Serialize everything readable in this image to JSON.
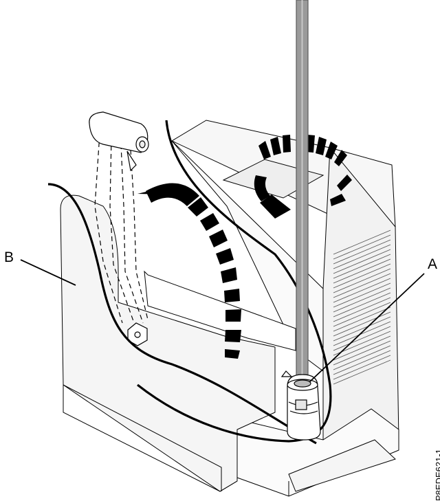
{
  "callouts": {
    "a": "A",
    "b": "B"
  },
  "figure_id": "P8EDE621-1",
  "colors": {
    "line": "#000000",
    "fill": "#ffffff",
    "heatsink_fill": "#f4f4f4",
    "fin_lines": "#555555",
    "tool_shaft": "#9a9a9a",
    "tool_edge": "#5a5a5a"
  },
  "icons": [
    "lever-up-arrow-icon",
    "rotate-clockwise-icon"
  ]
}
